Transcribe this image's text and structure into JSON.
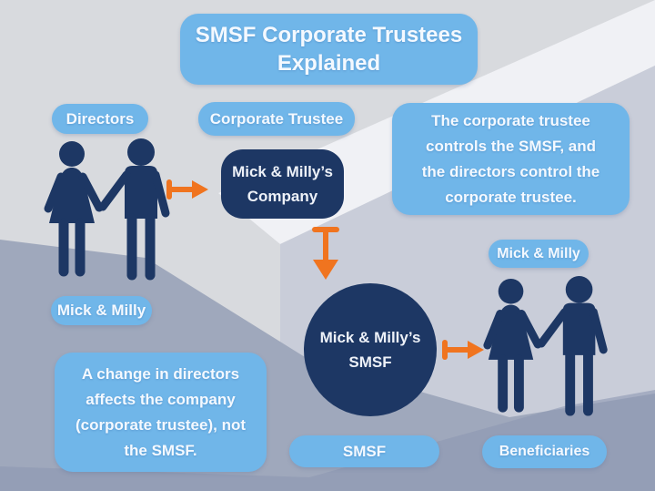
{
  "title": {
    "lines": [
      "SMSF Corporate Trustees",
      "Explained"
    ]
  },
  "pills": {
    "directors": "Directors",
    "corporate_trustee": "Corporate Trustee",
    "mick_milly_left": "Mick & Milly",
    "mick_milly_right": "Mick & Milly",
    "smsf": "SMSF",
    "beneficiaries": "Beneficiaries"
  },
  "nodes": {
    "company": {
      "lines": [
        "Mick & Milly’s",
        "Company"
      ]
    },
    "smsf_circle": {
      "lines": [
        "Mick & Milly’s",
        "SMSF"
      ]
    }
  },
  "callouts": {
    "top_right": {
      "lines": [
        "The corporate trustee",
        "controls the SMSF, and",
        "the directors control the",
        "corporate trustee."
      ]
    },
    "bottom_left": {
      "lines": [
        "A change in directors",
        "affects the company",
        "(corporate trustee), not",
        "the SMSF."
      ]
    }
  },
  "icons": {
    "couple_left": "couple-silhouette-icon",
    "couple_right": "couple-silhouette-icon",
    "arrow_directors_to_company": "orange-arrow-right-icon",
    "arrow_company_to_smsf": "orange-arrow-down-icon",
    "arrow_smsf_to_beneficiaries": "orange-arrow-right-icon"
  },
  "colors": {
    "light_blue": "#70b6e9",
    "navy": "#1d3764",
    "orange": "#f0741f",
    "background_light": "#d8dade",
    "background_mid": "#c9cdd9",
    "background_dark": "#9fa8bc"
  }
}
